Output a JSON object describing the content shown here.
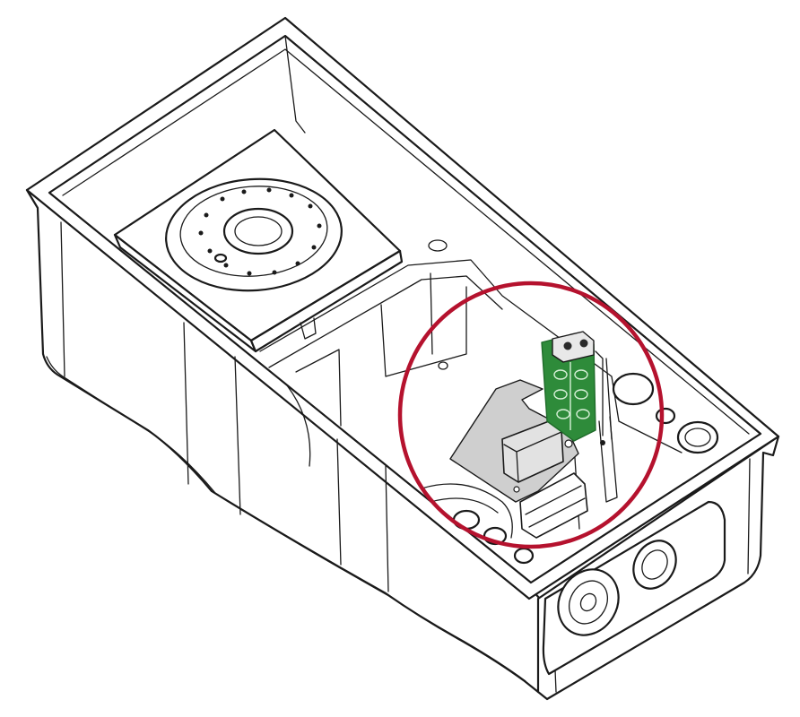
{
  "colors": {
    "line": "#1a1a1a",
    "background": "#ffffff",
    "highlight_circle": "#b5122e",
    "pcb_green": "#2e8b3a",
    "pcb_dark": "#1f6b2a",
    "board_gray": "#cfcfcf",
    "connector_gray": "#e2e2e2"
  },
  "icons": {
    "housing": "junction-box-housing",
    "speaker": "speaker-module",
    "highlight": "highlight-circle",
    "pcb": "terminal-pcb",
    "board": "interface-board",
    "entries": "cable-entry-knockouts"
  }
}
